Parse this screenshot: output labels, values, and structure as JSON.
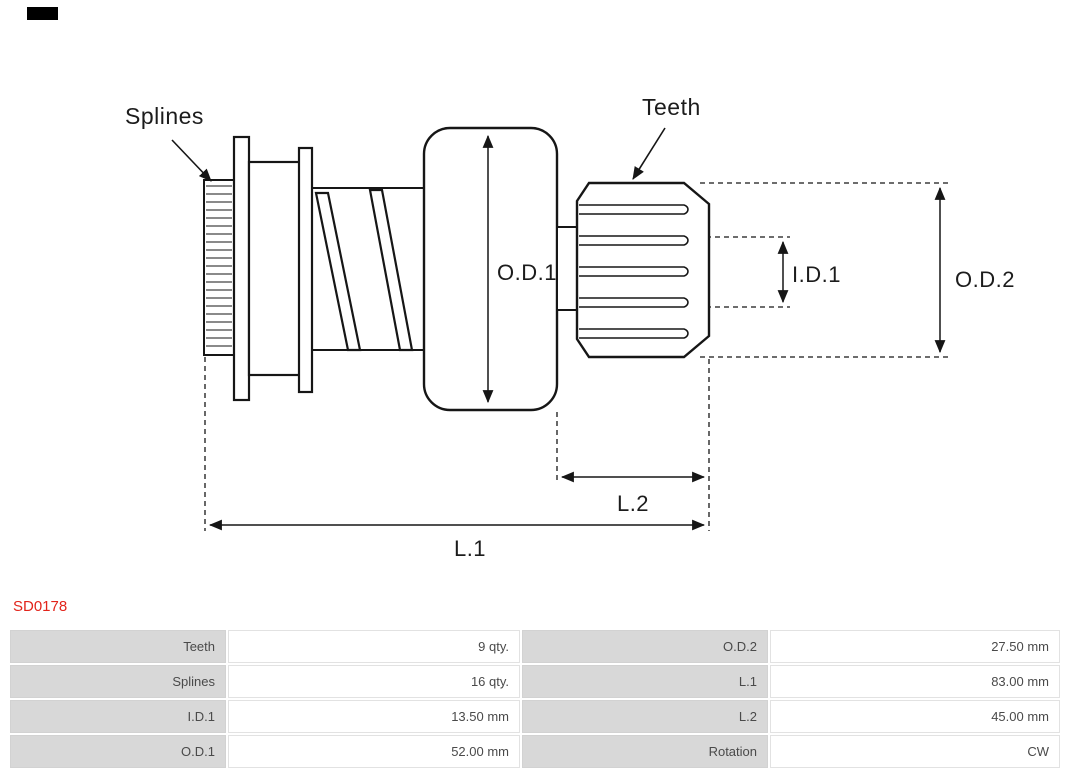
{
  "part_number": "SD0178",
  "colors": {
    "accent": "#e2231a",
    "table_label_bg": "#d8d8d8",
    "line": "#161616"
  },
  "diagram": {
    "labels": {
      "splines": "Splines",
      "teeth": "Teeth",
      "od1": "O.D.1",
      "id1": "I.D.1",
      "od2": "O.D.2",
      "l1": "L.1",
      "l2": "L.2"
    }
  },
  "table": {
    "rows": [
      [
        "Teeth",
        "9 qty.",
        "O.D.2",
        "27.50 mm"
      ],
      [
        "Splines",
        "16 qty.",
        "L.1",
        "83.00 mm"
      ],
      [
        "I.D.1",
        "13.50 mm",
        "L.2",
        "45.00 mm"
      ],
      [
        "O.D.1",
        "52.00 mm",
        "Rotation",
        "CW"
      ]
    ]
  }
}
